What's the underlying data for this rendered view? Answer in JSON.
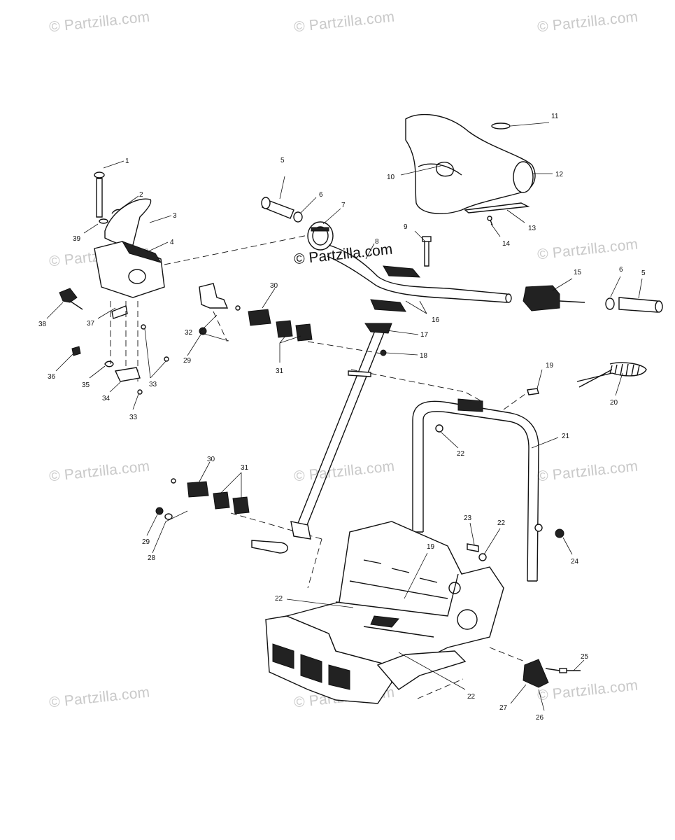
{
  "watermark": {
    "text": "© Partzilla.com",
    "center_text": "© Partzilla.com"
  },
  "callouts": [
    {
      "id": "c1",
      "label": "1"
    },
    {
      "id": "c2",
      "label": "2"
    },
    {
      "id": "c3",
      "label": "3"
    },
    {
      "id": "c4",
      "label": "4"
    },
    {
      "id": "c5a",
      "label": "5"
    },
    {
      "id": "c6a",
      "label": "6"
    },
    {
      "id": "c7",
      "label": "7"
    },
    {
      "id": "c8",
      "label": "8"
    },
    {
      "id": "c9",
      "label": "9"
    },
    {
      "id": "c10",
      "label": "10"
    },
    {
      "id": "c11",
      "label": "11"
    },
    {
      "id": "c12",
      "label": "12"
    },
    {
      "id": "c13",
      "label": "13"
    },
    {
      "id": "c14",
      "label": "14"
    },
    {
      "id": "c15",
      "label": "15"
    },
    {
      "id": "c6b",
      "label": "6"
    },
    {
      "id": "c5b",
      "label": "5"
    },
    {
      "id": "c16",
      "label": "16"
    },
    {
      "id": "c17",
      "label": "17"
    },
    {
      "id": "c18",
      "label": "18"
    },
    {
      "id": "c19a",
      "label": "19"
    },
    {
      "id": "c20",
      "label": "20"
    },
    {
      "id": "c21",
      "label": "21"
    },
    {
      "id": "c22a",
      "label": "22"
    },
    {
      "id": "c23",
      "label": "23"
    },
    {
      "id": "c22b",
      "label": "22"
    },
    {
      "id": "c24",
      "label": "24"
    },
    {
      "id": "c19b",
      "label": "19"
    },
    {
      "id": "c22c",
      "label": "22"
    },
    {
      "id": "c22d",
      "label": "22"
    },
    {
      "id": "c25",
      "label": "25"
    },
    {
      "id": "c26",
      "label": "26"
    },
    {
      "id": "c27",
      "label": "27"
    },
    {
      "id": "c30a",
      "label": "30"
    },
    {
      "id": "c31a",
      "label": "31"
    },
    {
      "id": "c32",
      "label": "32"
    },
    {
      "id": "c29a",
      "label": "29"
    },
    {
      "id": "c30b",
      "label": "30"
    },
    {
      "id": "c31b",
      "label": "31"
    },
    {
      "id": "c29b",
      "label": "29"
    },
    {
      "id": "c28",
      "label": "28"
    },
    {
      "id": "c38",
      "label": "38"
    },
    {
      "id": "c37",
      "label": "37"
    },
    {
      "id": "c36",
      "label": "36"
    },
    {
      "id": "c35",
      "label": "35"
    },
    {
      "id": "c34",
      "label": "34"
    },
    {
      "id": "c33a",
      "label": "33"
    },
    {
      "id": "c33b",
      "label": "33"
    },
    {
      "id": "c39",
      "label": "39"
    }
  ]
}
